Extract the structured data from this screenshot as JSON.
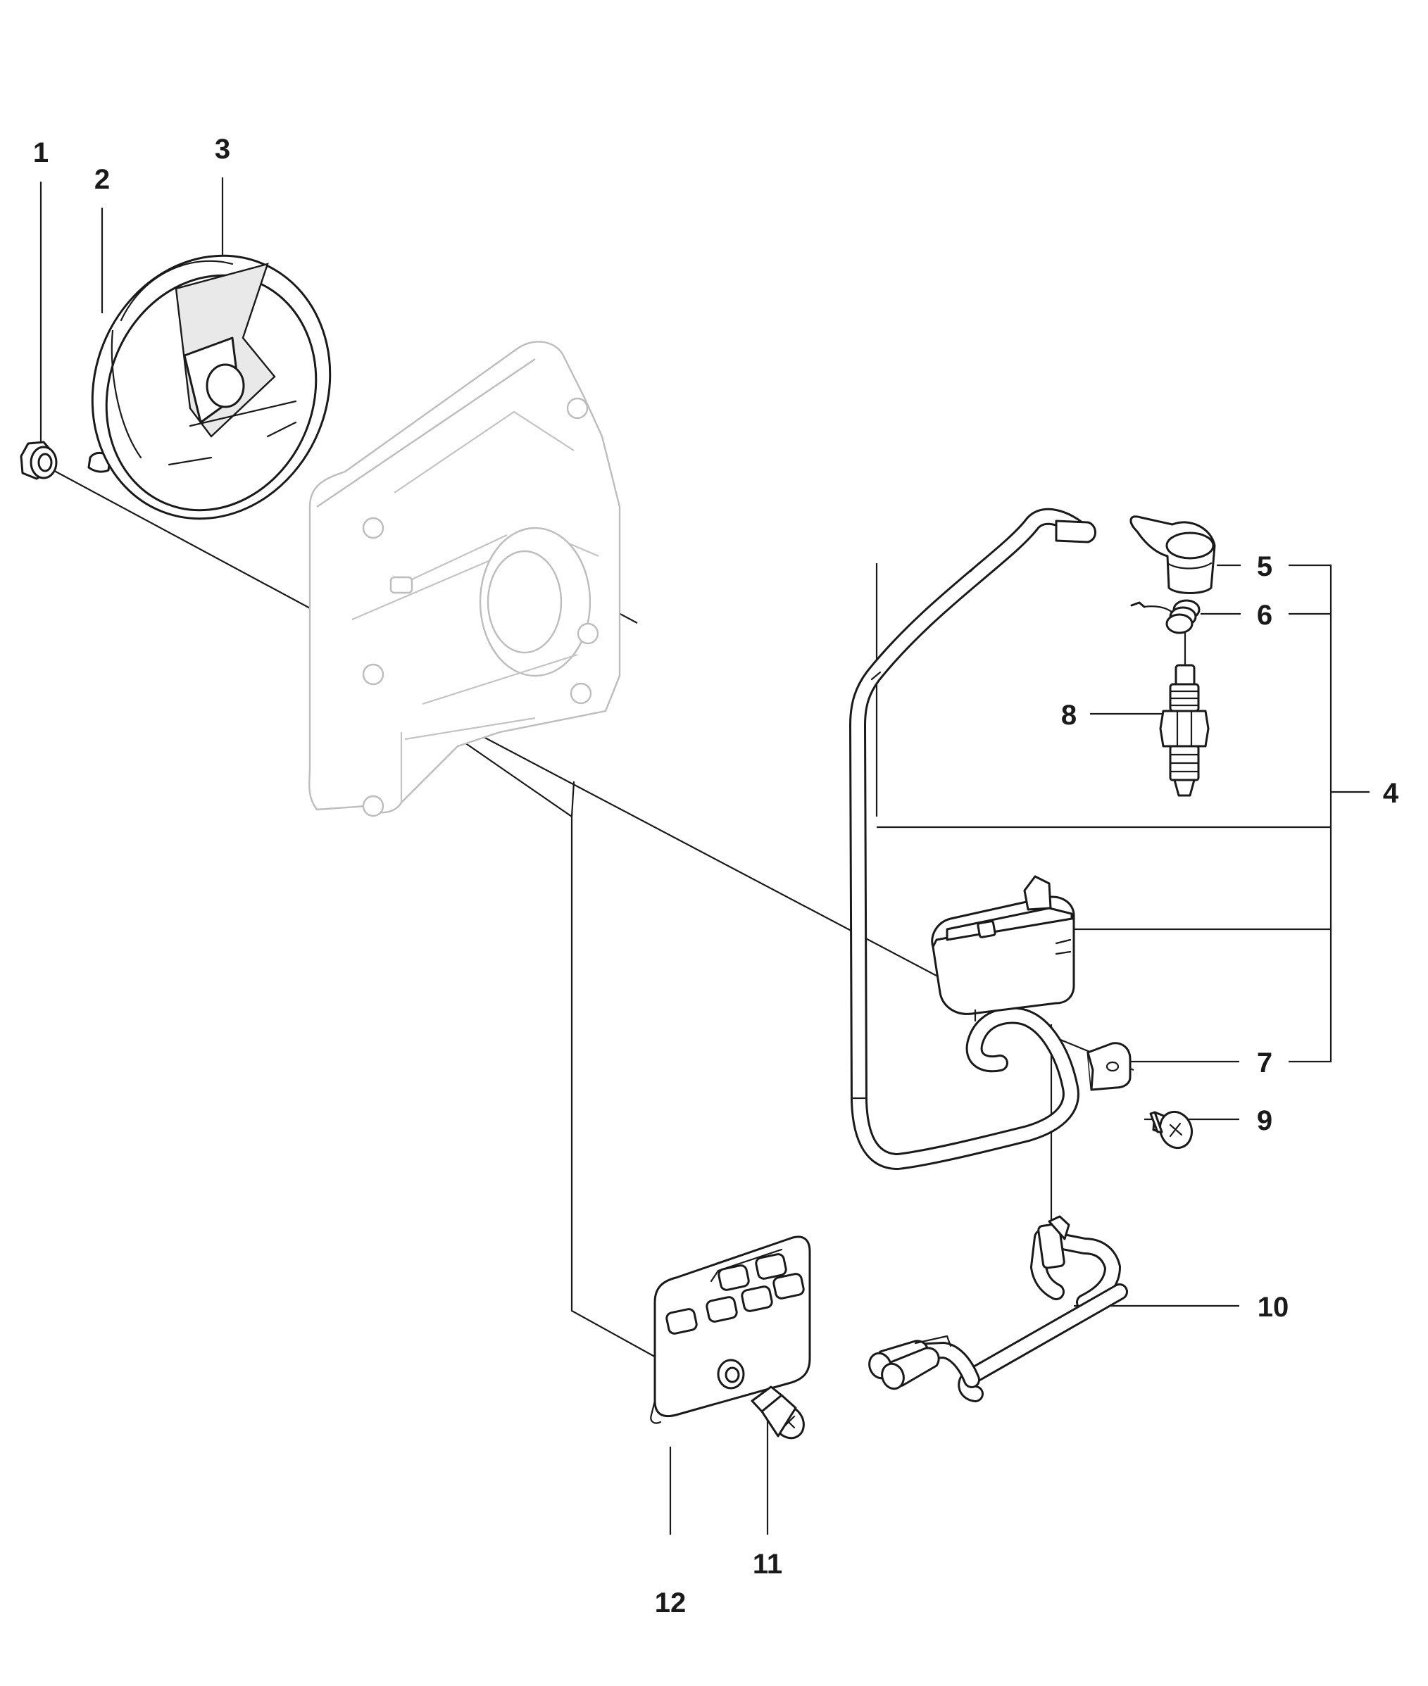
{
  "callouts": [
    {
      "id": "1",
      "text": "1"
    },
    {
      "id": "2",
      "text": "2"
    },
    {
      "id": "3",
      "text": "3"
    },
    {
      "id": "4",
      "text": "4"
    },
    {
      "id": "5",
      "text": "5"
    },
    {
      "id": "6",
      "text": "6"
    },
    {
      "id": "7",
      "text": "7"
    },
    {
      "id": "8",
      "text": "8"
    },
    {
      "id": "9",
      "text": "9"
    },
    {
      "id": "10",
      "text": "10"
    },
    {
      "id": "11",
      "text": "11"
    },
    {
      "id": "12",
      "text": "12"
    }
  ],
  "colors": {
    "line": "#1a1a1a",
    "ghost": "#bdbdbd",
    "background": "#ffffff"
  }
}
